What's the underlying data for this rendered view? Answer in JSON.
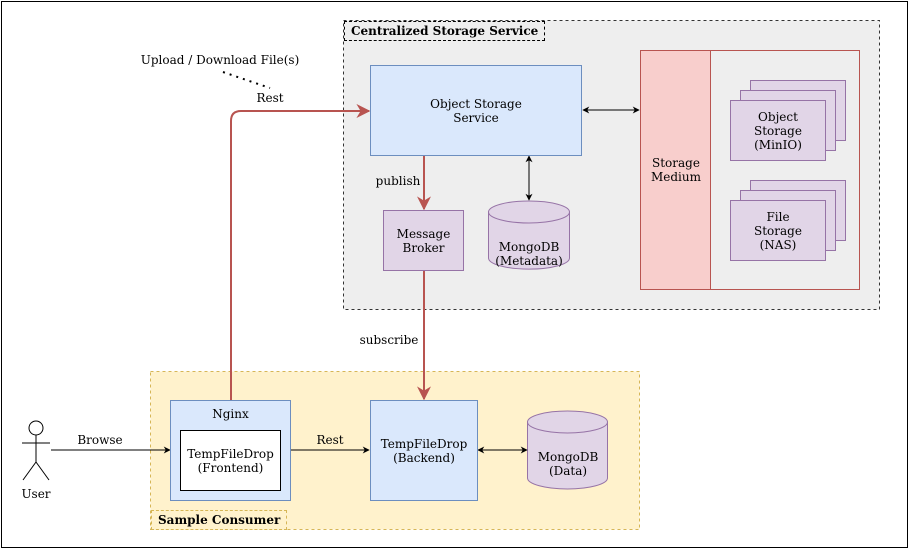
{
  "groups": {
    "storage_service": {
      "title": "Centralized Storage Service"
    },
    "sample_consumer": {
      "title": "Sample Consumer"
    }
  },
  "nodes": {
    "object_storage_service": "Object Storage\nService",
    "message_broker": "Message\nBroker",
    "mongodb_metadata": "MongoDB\n(Metadata)",
    "storage_medium": "Storage\nMedium",
    "object_storage_minio": "Object\nStorage\n(MinIO)",
    "file_storage_nas": "File\nStorage\n(NAS)",
    "nginx": "Nginx",
    "tempfiledrop_frontend": "TempFileDrop\n(Frontend)",
    "tempfiledrop_backend": "TempFileDrop\n(Backend)",
    "mongodb_data": "MongoDB\n(Data)",
    "user": "User"
  },
  "edges": {
    "upload_download_note": "Upload / Download File(s)",
    "rest_top": "Rest",
    "publish": "publish",
    "subscribe": "subscribe",
    "browse": "Browse",
    "rest_consumer": "Rest"
  },
  "colors": {
    "accent_arrow": "#b85450",
    "blue_fill": "#dae8fc",
    "purple_fill": "#e1d5e7",
    "red_fill": "#f8cecc",
    "yellow_fill": "#fff2cc",
    "gray_fill": "#eeeeee"
  }
}
